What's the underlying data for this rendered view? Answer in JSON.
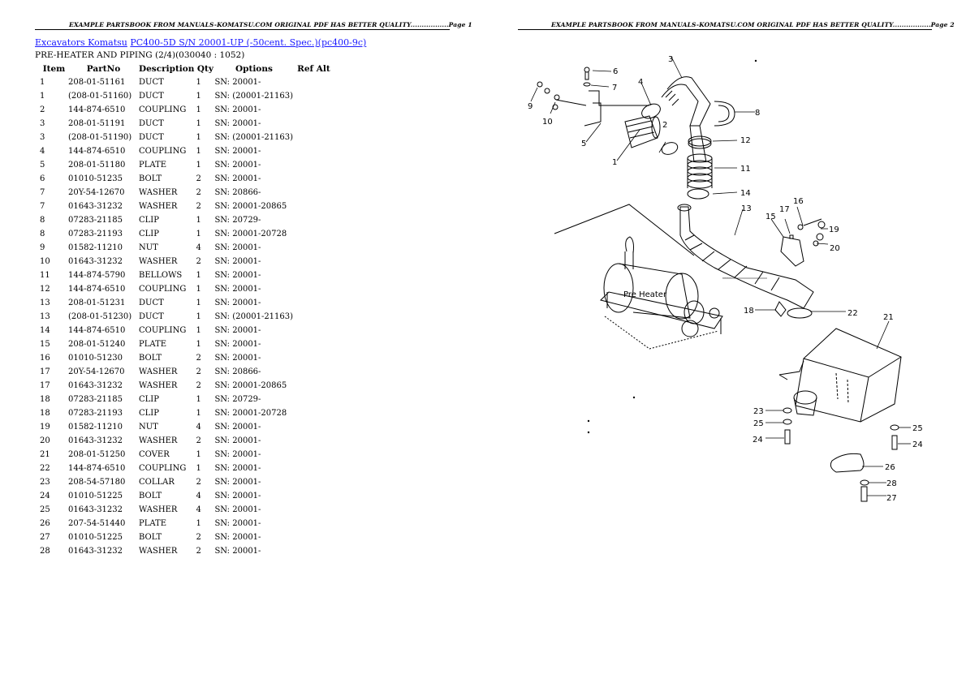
{
  "page1": {
    "header": "EXAMPLE PARTSBOOK FROM MANUALS-KOMATSU.COM ORIGINAL PDF HAS BETTER QUALITY.................Page 1"
  },
  "page2": {
    "header": "EXAMPLE PARTSBOOK FROM MANUALS-KOMATSU.COM ORIGINAL PDF HAS BETTER QUALITY.................Page 2"
  },
  "breadcrumb": {
    "link1": "Excavators Komatsu",
    "link2": "PC400-5D S/N 20001-UP (-50cent. Spec.)(pc400-9c)"
  },
  "section_title": "PRE-HEATER AND PIPING (2/4)(030040 : 1052)",
  "table": {
    "headers": [
      "Item",
      "PartNo",
      "Description",
      "Qty",
      "Options",
      "Ref Alt"
    ],
    "rows": [
      [
        "1",
        "208-01-51161",
        "DUCT",
        "1",
        "SN: 20001-",
        ""
      ],
      [
        "1",
        "(208-01-51160)",
        "DUCT",
        "1",
        "SN: (20001-21163)",
        ""
      ],
      [
        "2",
        "144-874-6510",
        "COUPLING",
        "1",
        "SN: 20001-",
        ""
      ],
      [
        "3",
        "208-01-51191",
        "DUCT",
        "1",
        "SN: 20001-",
        ""
      ],
      [
        "3",
        "(208-01-51190)",
        "DUCT",
        "1",
        "SN: (20001-21163)",
        ""
      ],
      [
        "4",
        "144-874-6510",
        "COUPLING",
        "1",
        "SN: 20001-",
        ""
      ],
      [
        "5",
        "208-01-51180",
        "PLATE",
        "1",
        "SN: 20001-",
        ""
      ],
      [
        "6",
        "01010-51235",
        "BOLT",
        "2",
        "SN: 20001-",
        ""
      ],
      [
        "7",
        "20Y-54-12670",
        "WASHER",
        "2",
        "SN: 20866-",
        ""
      ],
      [
        "7",
        "01643-31232",
        "WASHER",
        "2",
        "SN: 20001-20865",
        ""
      ],
      [
        "8",
        "07283-21185",
        "CLIP",
        "1",
        "SN: 20729-",
        ""
      ],
      [
        "8",
        "07283-21193",
        "CLIP",
        "1",
        "SN: 20001-20728",
        ""
      ],
      [
        "9",
        "01582-11210",
        "NUT",
        "4",
        "SN: 20001-",
        ""
      ],
      [
        "10",
        "01643-31232",
        "WASHER",
        "2",
        "SN: 20001-",
        ""
      ],
      [
        "11",
        "144-874-5790",
        "BELLOWS",
        "1",
        "SN: 20001-",
        ""
      ],
      [
        "12",
        "144-874-6510",
        "COUPLING",
        "1",
        "SN: 20001-",
        ""
      ],
      [
        "13",
        "208-01-51231",
        "DUCT",
        "1",
        "SN: 20001-",
        ""
      ],
      [
        "13",
        "(208-01-51230)",
        "DUCT",
        "1",
        "SN: (20001-21163)",
        ""
      ],
      [
        "14",
        "144-874-6510",
        "COUPLING",
        "1",
        "SN: 20001-",
        ""
      ],
      [
        "15",
        "208-01-51240",
        "PLATE",
        "1",
        "SN: 20001-",
        ""
      ],
      [
        "16",
        "01010-51230",
        "BOLT",
        "2",
        "SN: 20001-",
        ""
      ],
      [
        "17",
        "20Y-54-12670",
        "WASHER",
        "2",
        "SN: 20866-",
        ""
      ],
      [
        "17",
        "01643-31232",
        "WASHER",
        "2",
        "SN: 20001-20865",
        ""
      ],
      [
        "18",
        "07283-21185",
        "CLIP",
        "1",
        "SN: 20729-",
        ""
      ],
      [
        "18",
        "07283-21193",
        "CLIP",
        "1",
        "SN: 20001-20728",
        ""
      ],
      [
        "19",
        "01582-11210",
        "NUT",
        "4",
        "SN: 20001-",
        ""
      ],
      [
        "20",
        "01643-31232",
        "WASHER",
        "2",
        "SN: 20001-",
        ""
      ],
      [
        "21",
        "208-01-51250",
        "COVER",
        "1",
        "SN: 20001-",
        ""
      ],
      [
        "22",
        "144-874-6510",
        "COUPLING",
        "1",
        "SN: 20001-",
        ""
      ],
      [
        "23",
        "208-54-57180",
        "COLLAR",
        "2",
        "SN: 20001-",
        ""
      ],
      [
        "24",
        "01010-51225",
        "BOLT",
        "4",
        "SN: 20001-",
        ""
      ],
      [
        "25",
        "01643-31232",
        "WASHER",
        "4",
        "SN: 20001-",
        ""
      ],
      [
        "26",
        "207-54-51440",
        "PLATE",
        "1",
        "SN: 20001-",
        ""
      ],
      [
        "27",
        "01010-51225",
        "BOLT",
        "2",
        "SN: 20001-",
        ""
      ],
      [
        "28",
        "01643-31232",
        "WASHER",
        "2",
        "SN: 20001-",
        ""
      ]
    ]
  },
  "drawing": {
    "preheater_label": "Pre Heater",
    "callouts": [
      "1",
      "2",
      "3",
      "4",
      "5",
      "6",
      "7",
      "8",
      "9",
      "10",
      "11",
      "12",
      "13",
      "14",
      "15",
      "16",
      "17",
      "18",
      "19",
      "20",
      "21",
      "22",
      "23",
      "24",
      "25",
      "26",
      "27",
      "28"
    ],
    "extra_24_25": [
      "24",
      "25"
    ]
  }
}
